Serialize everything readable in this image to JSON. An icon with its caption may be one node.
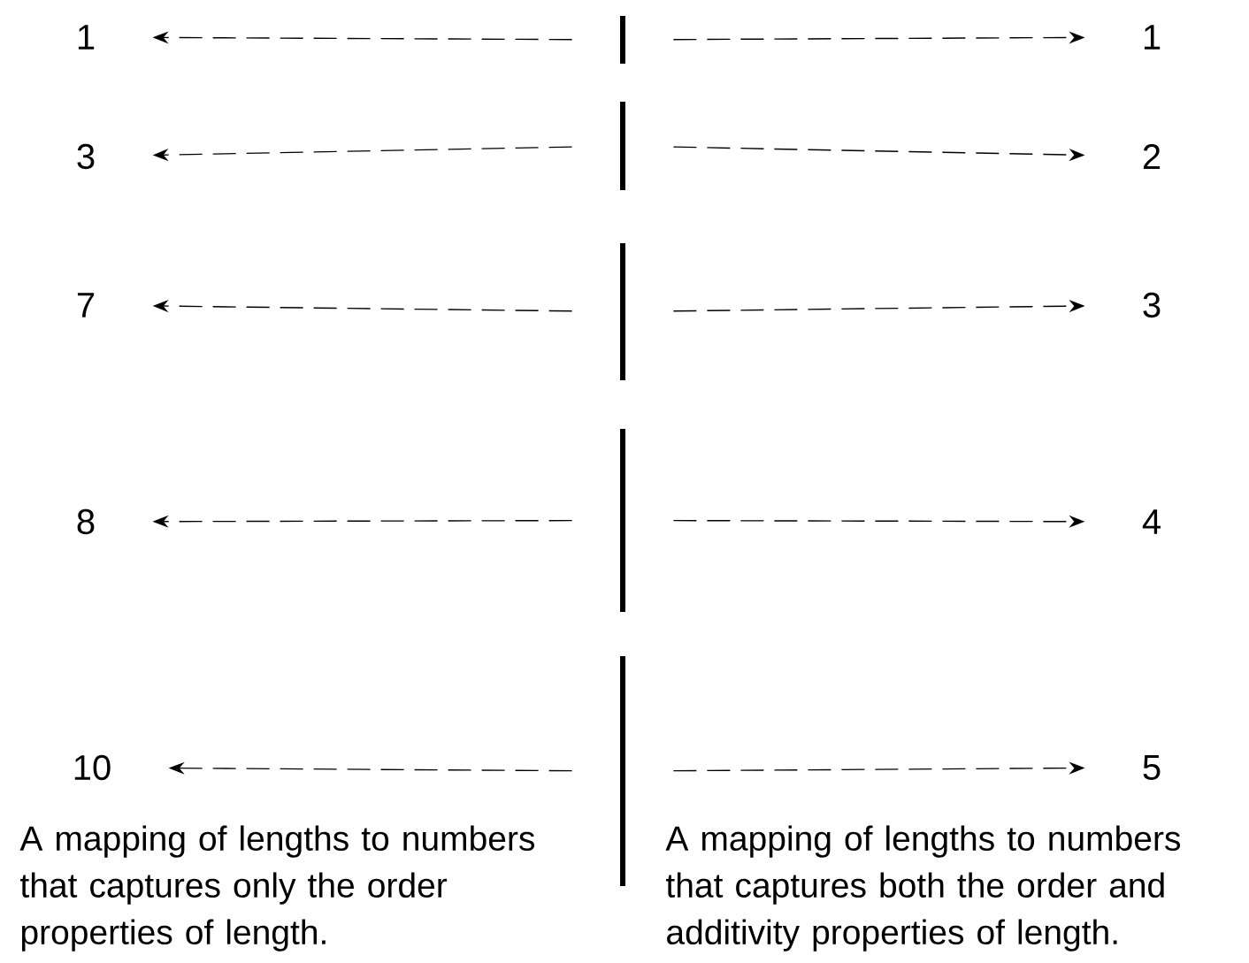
{
  "diagram": {
    "nodes": [
      {
        "text": [
          "1"
        ]
      },
      {
        "text": [],
        "shape": "bar"
      },
      {
        "text": [
          "1"
        ]
      },
      {
        "text": [
          "3"
        ]
      },
      {
        "text": [],
        "shape": "bar"
      },
      {
        "text": [
          "2"
        ]
      },
      {
        "text": [
          "7"
        ]
      },
      {
        "text": [],
        "shape": "bar"
      },
      {
        "text": [
          "3"
        ]
      },
      {
        "text": [
          "8"
        ]
      },
      {
        "text": [],
        "shape": "bar"
      },
      {
        "text": [
          "4"
        ]
      },
      {
        "text": [
          "10"
        ]
      },
      {
        "text": [],
        "shape": "bar"
      },
      {
        "text": [
          "5"
        ]
      }
    ],
    "edges": [
      {
        "from": 1,
        "to": 0,
        "arrow": "to",
        "style": "dashed"
      },
      {
        "from": 1,
        "to": 2,
        "arrow": "to",
        "style": "dashed"
      },
      {
        "from": 4,
        "to": 3,
        "arrow": "to",
        "style": "dashed"
      },
      {
        "from": 4,
        "to": 5,
        "arrow": "to",
        "style": "dashed"
      },
      {
        "from": 7,
        "to": 6,
        "arrow": "to",
        "style": "dashed"
      },
      {
        "from": 7,
        "to": 8,
        "arrow": "to",
        "style": "dashed"
      },
      {
        "from": 10,
        "to": 9,
        "arrow": "to",
        "style": "dashed"
      },
      {
        "from": 10,
        "to": 11,
        "arrow": "to",
        "style": "dashed"
      },
      {
        "from": 13,
        "to": 12,
        "arrow": "to",
        "style": "dashed"
      },
      {
        "from": 13,
        "to": 14,
        "arrow": "to",
        "style": "dashed"
      }
    ],
    "labels": [
      "A mapping of lengths to numbers that captures only the order properties of length.",
      "A mapping of lengths to numbers that captures both the order and additivity properties of length."
    ]
  }
}
